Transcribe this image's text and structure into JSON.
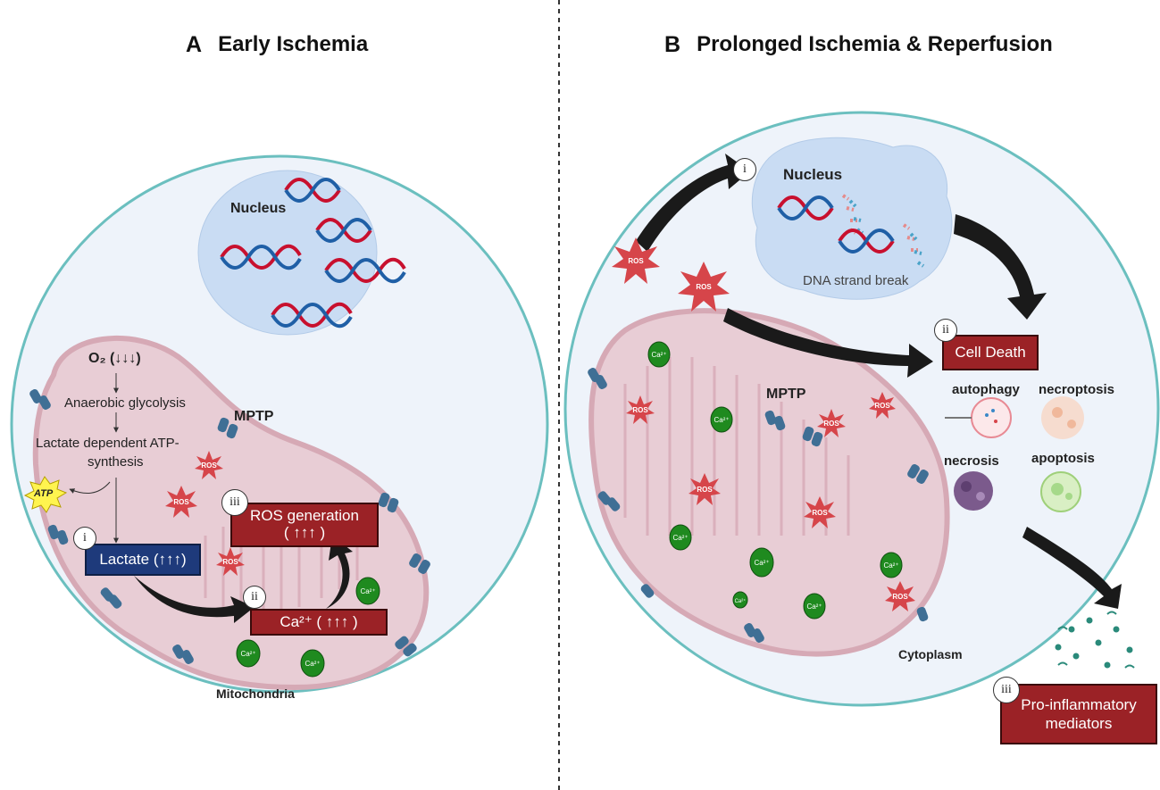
{
  "panel_a": {
    "letter": "A",
    "title": "Early Ischemia",
    "nucleus": "Nucleus",
    "o2": "O₂ (↓↓↓)",
    "anaerobic": "Anaerobic glycolysis",
    "lactate_atp_1": "Lactate dependent ATP-",
    "lactate_atp_2": "synthesis",
    "atp": "ATP",
    "mptp": "MPTP",
    "mitochondria": "Mitochondria",
    "step_i": "i",
    "lactate_box": "Lactate (↑↑↑)",
    "step_ii": "ii",
    "ca_box": "Ca²⁺ ( ↑↑↑ )",
    "step_iii": "iii",
    "ros_box_1": "ROS generation",
    "ros_box_2": "( ↑↑↑ )",
    "ros_marker": "ROS",
    "ca_marker": "Ca²⁺"
  },
  "panel_b": {
    "letter": "B",
    "title": "Prolonged Ischemia & Reperfusion",
    "nucleus": "Nucleus",
    "dna_break": "DNA strand break",
    "step_i": "i",
    "step_ii": "ii",
    "cell_death": "Cell Death",
    "autophagy": "autophagy",
    "necroptosis": "necroptosis",
    "necrosis": "necrosis",
    "apoptosis": "apoptosis",
    "mptp": "MPTP",
    "cytoplasm": "Cytoplasm",
    "step_iii": "iii",
    "pro_inflam_1": "Pro-inflammatory",
    "pro_inflam_2": "mediators",
    "ros_marker": "ROS",
    "ca_marker": "Ca²⁺"
  },
  "colors": {
    "cell_fill": "#eef3fa",
    "cell_stroke": "#6bbfbf",
    "nucleus_fill": "#c9dcf3",
    "mito_fill": "#e8cdd5",
    "mito_stroke": "#d6a9b5",
    "dna_red": "#c8102e",
    "dna_blue": "#1f5fa6",
    "ros_red": "#d6454a",
    "ca_green": "#1f8a1f",
    "box_red": "#9b2226",
    "box_blue": "#1e3a7b",
    "arrow": "#1a1a1a",
    "channel": "#3f6f95",
    "atp_yellow": "#fff44f"
  }
}
